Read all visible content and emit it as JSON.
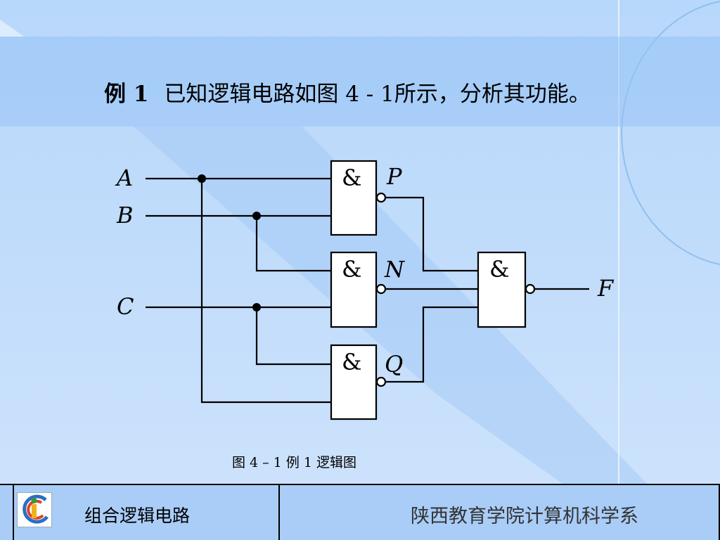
{
  "slide": {
    "title_lead": "例 1",
    "title_text": "已知逻辑电路如图 4 - 1所示，分析其功能。",
    "caption": "图 4 – 1  例 1 逻辑图"
  },
  "circuit": {
    "inputs": [
      "A",
      "B",
      "C"
    ],
    "gate_symbol": "&",
    "gate_outputs": [
      "P",
      "N",
      "Q"
    ],
    "output": "F"
  },
  "footer": {
    "left_text": "组合逻辑电路",
    "right_text": "陕西教育学院计算机科学系"
  }
}
